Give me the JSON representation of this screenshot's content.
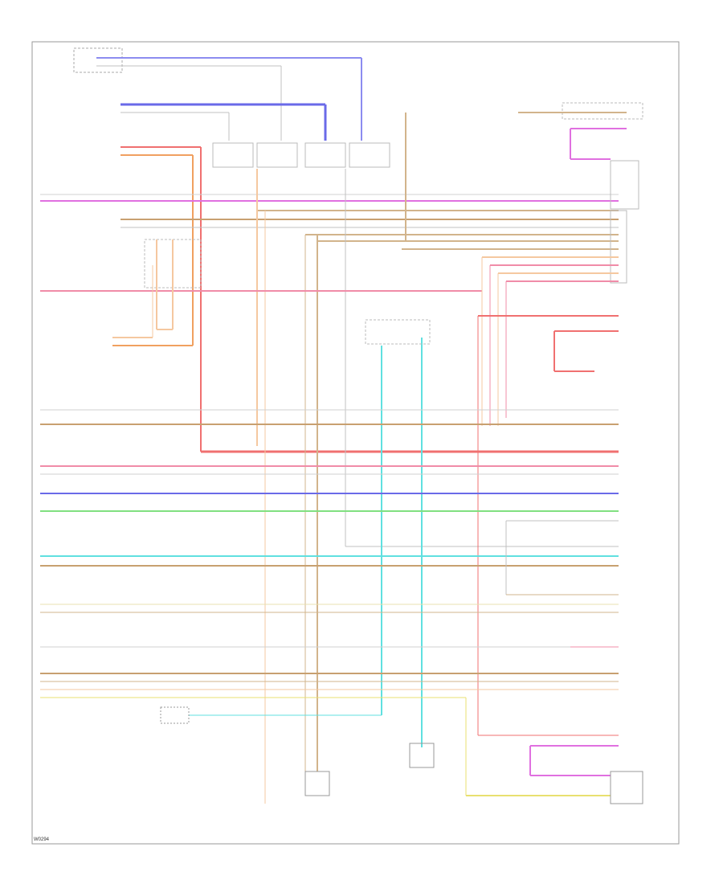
{
  "diagram": {
    "page_code": "W0294",
    "wires": [
      {
        "id": "w-blue-top",
        "color": "#8c8cf0"
      },
      {
        "id": "w-blue-2",
        "color": "#6a6ae8"
      },
      {
        "id": "w-red",
        "color": "#f07070"
      },
      {
        "id": "w-pink",
        "color": "#f08ca8"
      },
      {
        "id": "w-magenta",
        "color": "#e070e0"
      },
      {
        "id": "w-tan",
        "color": "#d2b48c"
      },
      {
        "id": "w-brown",
        "color": "#c8a070"
      },
      {
        "id": "w-orange",
        "color": "#f0a060"
      },
      {
        "id": "w-peach",
        "color": "#f5c8a0"
      },
      {
        "id": "w-yellow",
        "color": "#e8e070"
      },
      {
        "id": "w-green",
        "color": "#80e080"
      },
      {
        "id": "w-cyan",
        "color": "#60e0e0"
      },
      {
        "id": "w-grey",
        "color": "#b0b0b0"
      },
      {
        "id": "w-lblue",
        "color": "#a0a0f0"
      }
    ]
  }
}
